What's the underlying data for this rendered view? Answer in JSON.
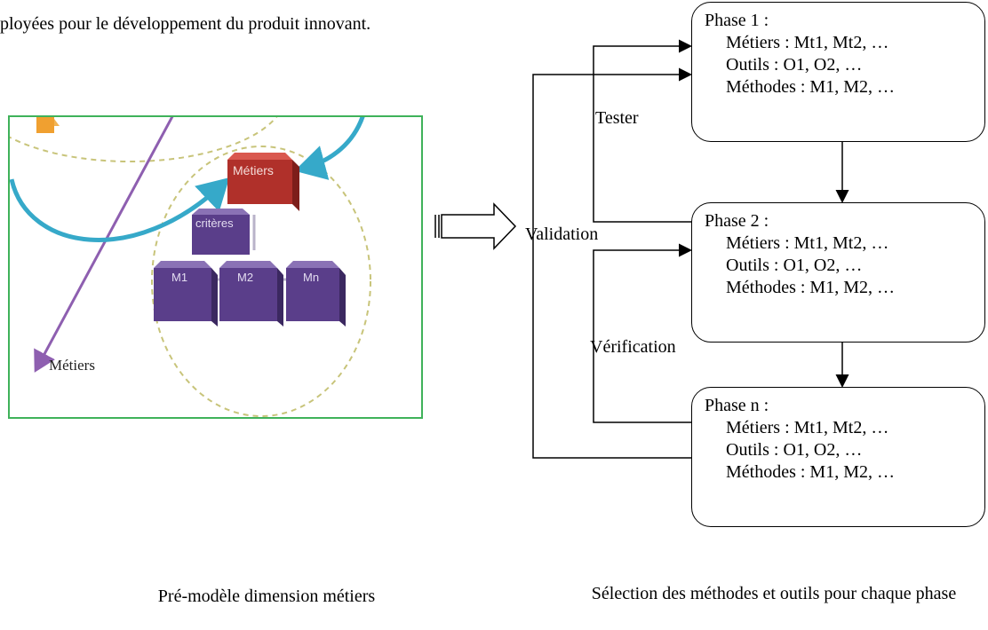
{
  "header": {
    "top_text": "ployées pour le développement du produit innovant."
  },
  "pre_model": {
    "block_metiers": "Métiers",
    "block_criteres": "critères",
    "blocks": [
      "M1",
      "M2",
      "Mn"
    ],
    "axis_label": "Métiers",
    "colors": {
      "panel_border": "#3fb25a",
      "metiers_block": "#b0302a",
      "method_blocks": "#5a3e8a",
      "curve": "#36a9c9",
      "axis": "#8e5fb0"
    }
  },
  "flow": {
    "validation": "Validation",
    "tester": "Tester",
    "verification": "Vérification"
  },
  "phases": [
    {
      "title": "Phase 1 :",
      "metiers": "Métiers : Mt1, Mt2, …",
      "outils": "Outils : O1, O2, …",
      "methodes": "Méthodes : M1, M2, …"
    },
    {
      "title": "Phase 2 :",
      "metiers": "Métiers : Mt1, Mt2, …",
      "outils": "Outils : O1, O2, …",
      "methodes": "Méthodes : M1, M2, …"
    },
    {
      "title": "Phase n :",
      "metiers": "Métiers : Mt1, Mt2, …",
      "outils": "Outils : O1, O2, …",
      "methodes": "Méthodes : M1, M2, …"
    }
  ],
  "captions": {
    "left": "Pré-modèle dimension métiers",
    "right": "Sélection des méthodes et outils pour chaque phase"
  }
}
